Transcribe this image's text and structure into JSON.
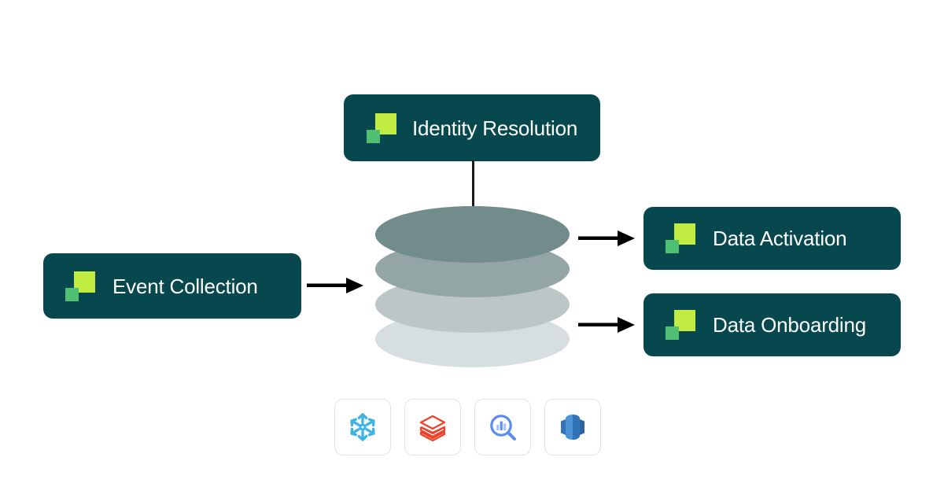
{
  "diagram": {
    "background_color": "#ffffff",
    "cards": [
      {
        "id": "identity-resolution",
        "label": "Identity Resolution",
        "icon": "brand-square-mark",
        "bg_color": "#06484E",
        "text_color": "#FFFFFF"
      },
      {
        "id": "event-collection",
        "label": "Event Collection",
        "icon": "brand-square-mark",
        "bg_color": "#06484E",
        "text_color": "#FFFFFF"
      },
      {
        "id": "data-activation",
        "label": "Data Activation",
        "icon": "brand-square-mark",
        "bg_color": "#06484E",
        "text_color": "#FFFFFF"
      },
      {
        "id": "data-onboarding",
        "label": "Data Onboarding",
        "icon": "brand-square-mark",
        "bg_color": "#06484E",
        "text_color": "#FFFFFF"
      }
    ],
    "brand_mark": {
      "large_square_color": "#C2EC41",
      "small_square_color": "#4FBF72"
    },
    "warehouse": {
      "name": "data-warehouse-cylinder",
      "layer_colors": [
        "#728C8B",
        "#93A5A4",
        "#BCC6C7",
        "#D7DEDF"
      ],
      "layer_count": 4
    },
    "connectors": [
      {
        "name": "identity-to-warehouse",
        "type": "line",
        "color": "#1b1b1b"
      },
      {
        "name": "event-collection-to-warehouse",
        "type": "arrow",
        "color": "#000000"
      },
      {
        "name": "warehouse-to-data-activation",
        "type": "arrow",
        "color": "#000000"
      },
      {
        "name": "warehouse-to-data-onboarding",
        "type": "arrow",
        "color": "#000000"
      }
    ],
    "integration_tiles": [
      {
        "id": "snowflake",
        "icon": "snowflake-icon",
        "color": "#40B3E5"
      },
      {
        "id": "databricks",
        "icon": "databricks-layers-icon",
        "color": "#F0402A"
      },
      {
        "id": "bigquery",
        "icon": "bigquery-magnifier-icon",
        "color": "#5B8DEF"
      },
      {
        "id": "redshift",
        "icon": "redshift-cylinder-icon",
        "color": "#3272B8"
      }
    ]
  }
}
